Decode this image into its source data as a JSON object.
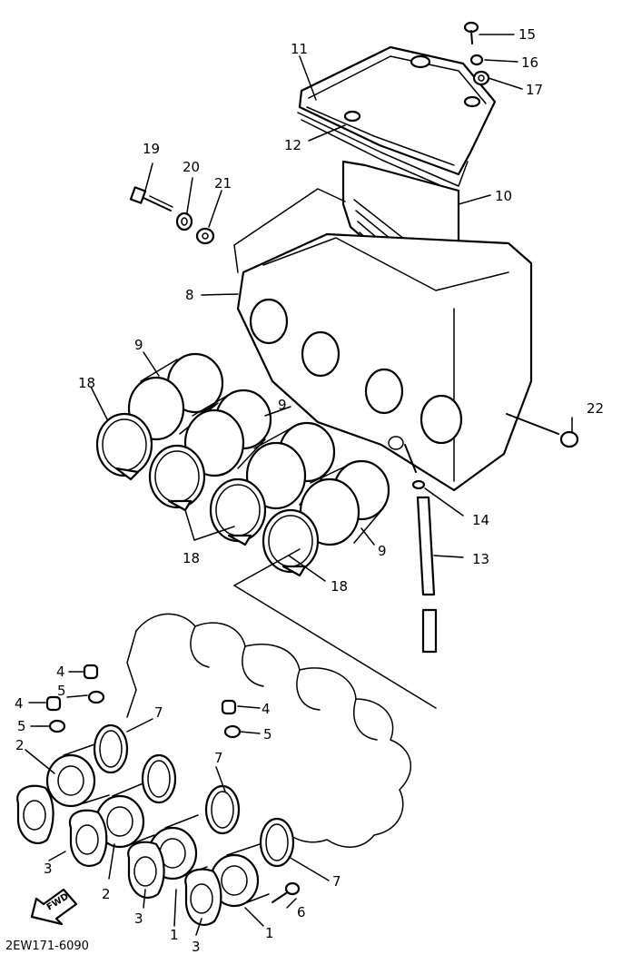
{
  "diagram_code": "2EW171-6090",
  "direction_label": "FWD",
  "callouts": [
    {
      "id": "c15",
      "text": "15"
    },
    {
      "id": "c16",
      "text": "16"
    },
    {
      "id": "c17",
      "text": "17"
    },
    {
      "id": "c11",
      "text": "11"
    },
    {
      "id": "c12",
      "text": "12"
    },
    {
      "id": "c10",
      "text": "10"
    },
    {
      "id": "c19",
      "text": "19"
    },
    {
      "id": "c20",
      "text": "20"
    },
    {
      "id": "c21",
      "text": "21"
    },
    {
      "id": "c8",
      "text": "8"
    },
    {
      "id": "c9a",
      "text": "9"
    },
    {
      "id": "c9b",
      "text": "9"
    },
    {
      "id": "c9c",
      "text": "9"
    },
    {
      "id": "c18a",
      "text": "18"
    },
    {
      "id": "c18b",
      "text": "18"
    },
    {
      "id": "c18c",
      "text": "18"
    },
    {
      "id": "c22",
      "text": "22"
    },
    {
      "id": "c14",
      "text": "14"
    },
    {
      "id": "c13",
      "text": "13"
    },
    {
      "id": "c4a",
      "text": "4"
    },
    {
      "id": "c4b",
      "text": "4"
    },
    {
      "id": "c4c",
      "text": "4"
    },
    {
      "id": "c5a",
      "text": "5"
    },
    {
      "id": "c5b",
      "text": "5"
    },
    {
      "id": "c5c",
      "text": "5"
    },
    {
      "id": "c7a",
      "text": "7"
    },
    {
      "id": "c7b",
      "text": "7"
    },
    {
      "id": "c7c",
      "text": "7"
    },
    {
      "id": "c2a",
      "text": "2"
    },
    {
      "id": "c2b",
      "text": "2"
    },
    {
      "id": "c3a",
      "text": "3"
    },
    {
      "id": "c3b",
      "text": "3"
    },
    {
      "id": "c3c",
      "text": "3"
    },
    {
      "id": "c1a",
      "text": "1"
    },
    {
      "id": "c1b",
      "text": "1"
    },
    {
      "id": "c6",
      "text": "6"
    }
  ]
}
